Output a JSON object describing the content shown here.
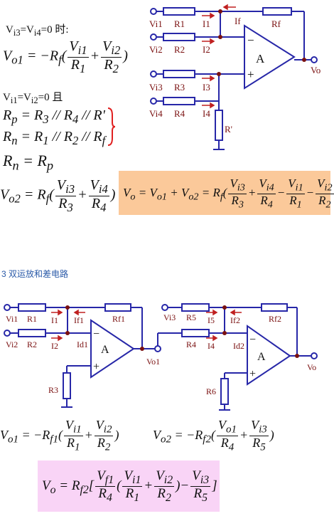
{
  "section1": {
    "cond1": "Vi3=Vi4=0 时:",
    "eq_vo1": "Vo1 = −Rf(Vi1/R1 + Vi2/R2)",
    "cond2": "Vi1=Vi2=0 且",
    "eq_rp": "Rp = R3 // R4 // R'",
    "eq_rn": "Rn = R1 // R2 // Rf",
    "eq_rnrp": "Rn = Rp",
    "eq_vo2": "Vo2 = Rf(Vi3/R3 + Vi4/R4)",
    "eq_vo_total": "Vo = Vo1 + Vo2 = Rf(Vi3/R3 + Vi4/R4 − Vi1/R1 − Vi2/R2)",
    "colors": {
      "highlight": "#fbc99a",
      "brace": "#e02020"
    }
  },
  "circuit1": {
    "labels": {
      "vi1": "Vi1",
      "vi2": "Vi2",
      "vi3": "Vi3",
      "vi4": "Vi4",
      "r1": "R1",
      "r2": "R2",
      "r3": "R3",
      "r4": "R4",
      "rf": "Rf",
      "rprime": "R'",
      "i1": "I1",
      "i2": "I2",
      "i3": "I3",
      "i4": "I4",
      "if": "If",
      "amp": "A",
      "minus": "−",
      "plus": "+",
      "vo": "Vo"
    },
    "colors": {
      "wire": "#2727a8",
      "label": "#7a1010",
      "current": "#c02020"
    }
  },
  "section2": {
    "heading": "3  双运放和差电路",
    "eq_vo1": "Vo1 = −Rf1(Vi1/R1 + Vi2/R2)",
    "eq_vo2": "Vo2 = −Rf2(Vo1/R4 + Vi3/R5)",
    "eq_vo": "Vo = Rf2[ Vf1/R4 (Vi1/R1 + Vi2/R2) − Vi3/R5 ]",
    "colors": {
      "highlight": "#f9d4f6"
    }
  },
  "circuit2": {
    "labels": {
      "vi1": "Vi1",
      "vi2": "Vi2",
      "vi3": "Vi3",
      "r1": "R1",
      "r2": "R2",
      "r3": "R3",
      "r4": "R4",
      "r5": "R5",
      "r6": "R6",
      "rf1": "Rf1",
      "rf2": "Rf2",
      "i1": "I1",
      "i2": "I2",
      "i4": "I4",
      "i5": "I5",
      "if1": "If1",
      "if2": "If2",
      "id1": "Id1",
      "id2": "Id2",
      "amp": "A",
      "minus": "−",
      "plus": "+",
      "vo1": "Vo1",
      "vo": "Vo"
    }
  }
}
